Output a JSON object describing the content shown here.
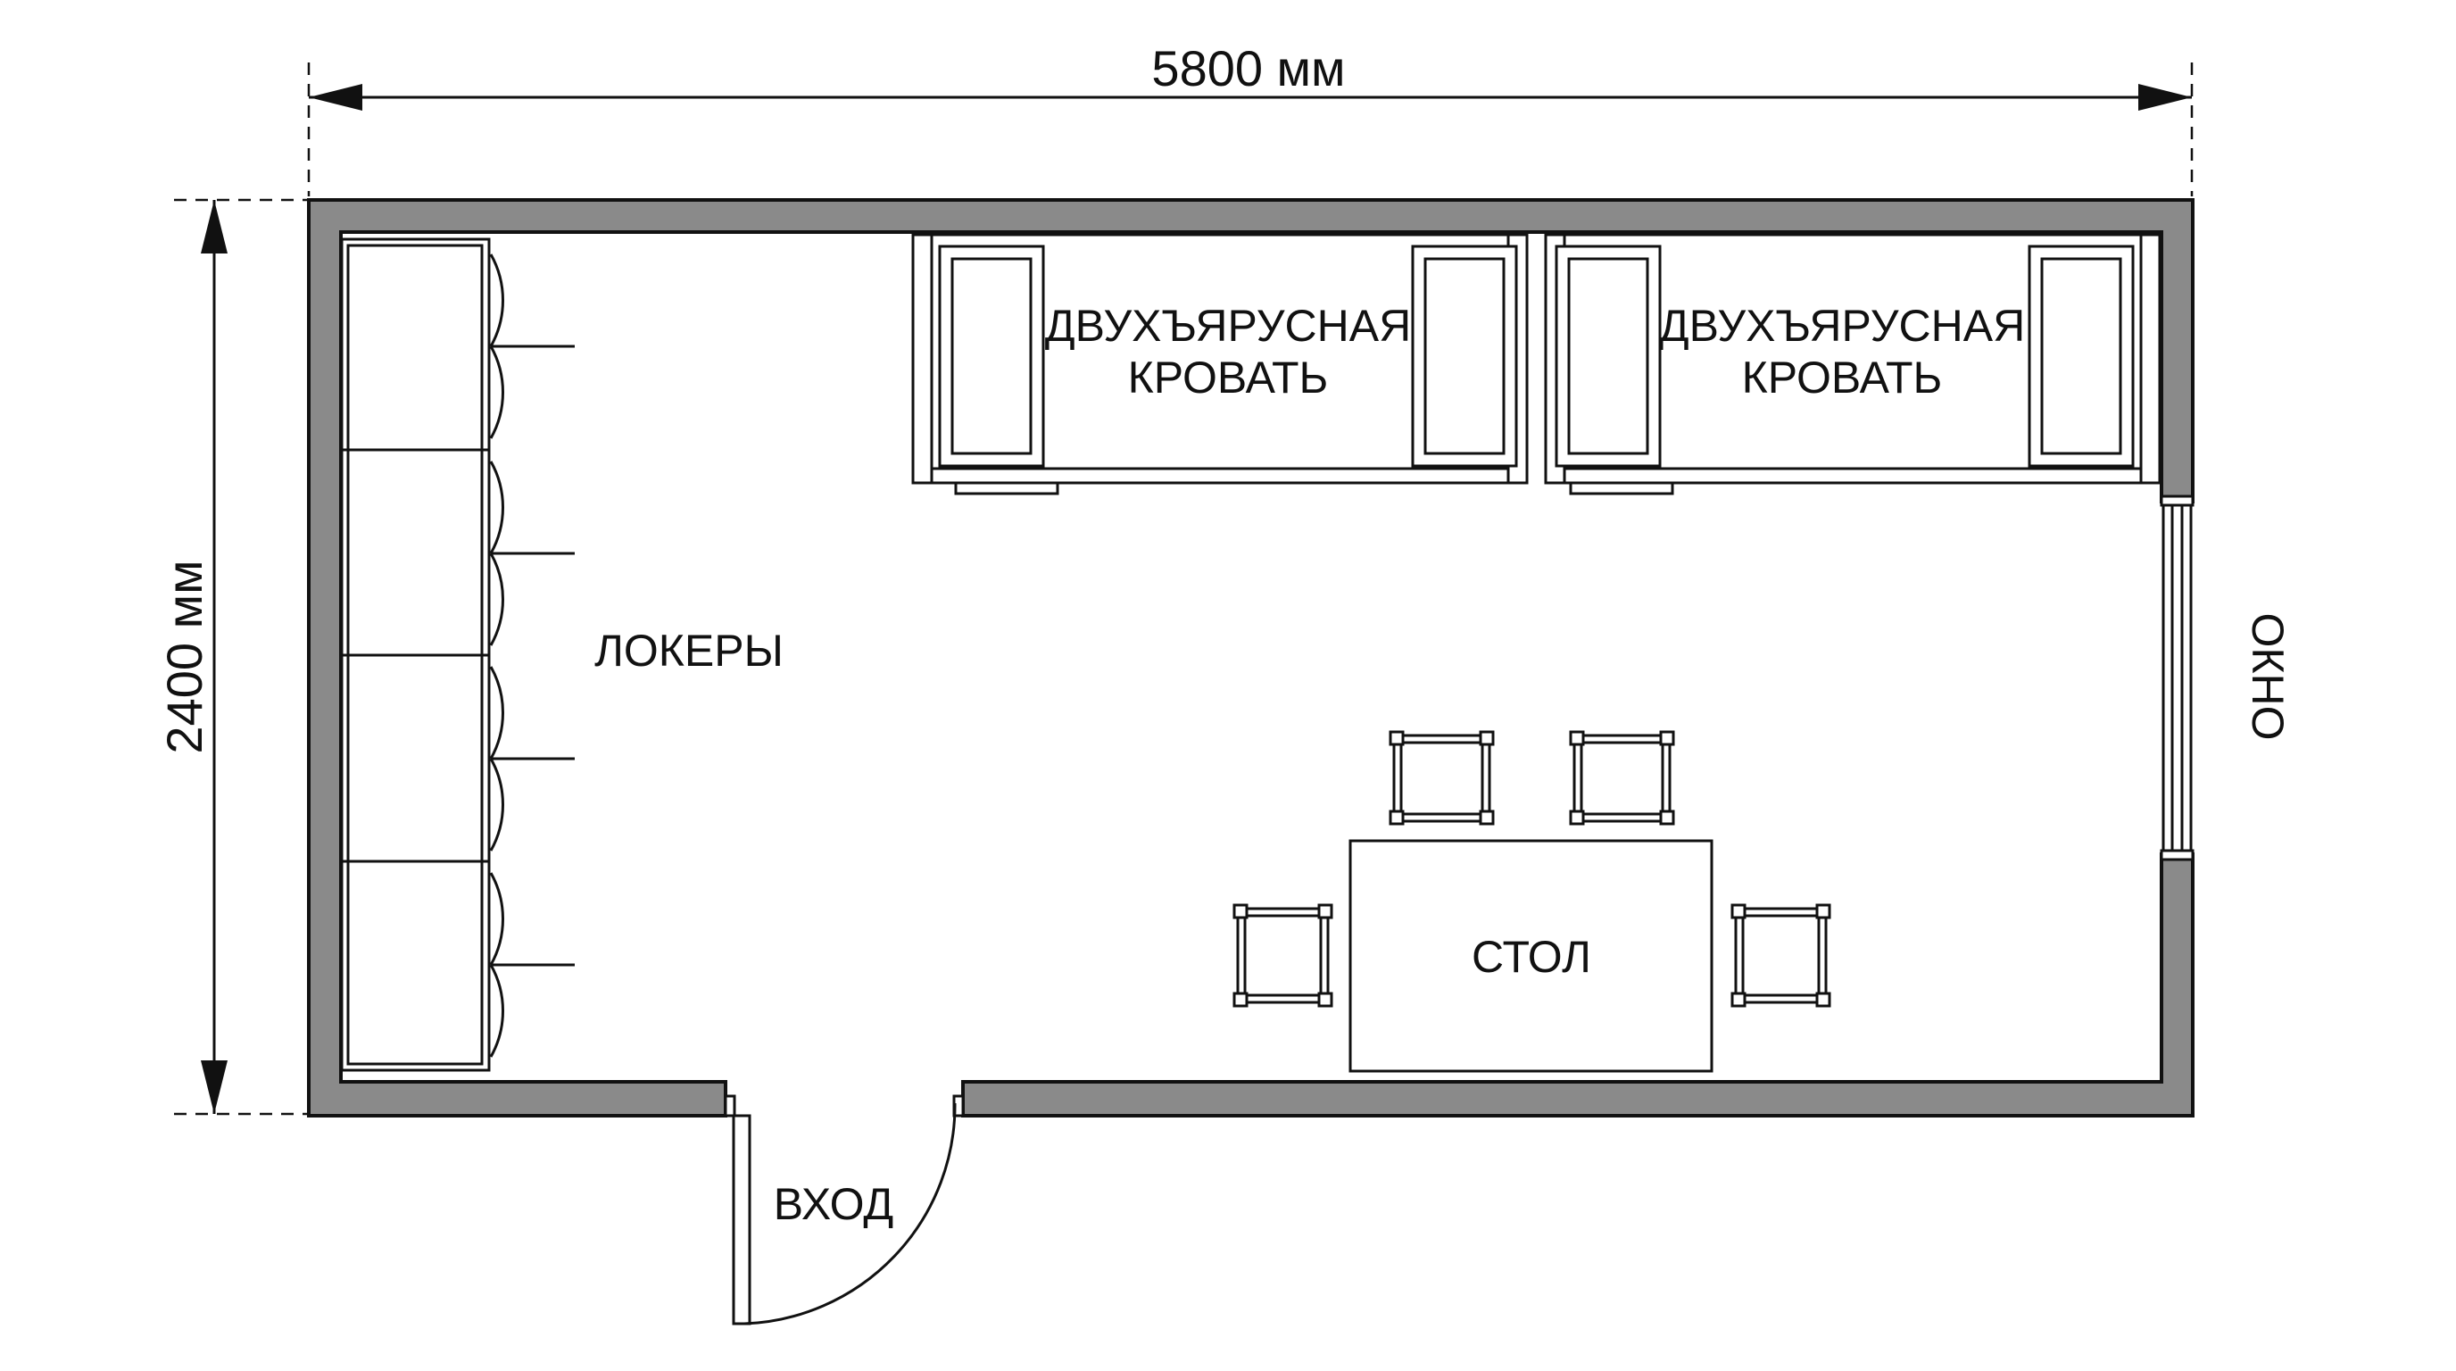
{
  "title": "Floor plan",
  "dimensions": {
    "width_label": "5800 мм",
    "height_label": "2400 мм"
  },
  "labels": {
    "lockers": "ЛОКЕРЫ",
    "bed_1": "ДВУХЪЯРУСНАЯ\nКРОВАТЬ",
    "bed_1_line1": "ДВУХЪЯРУСНАЯ",
    "bed_1_line2": "КРОВАТЬ",
    "bed_2_line1": "ДВУХЪЯРУСНАЯ",
    "bed_2_line2": "КРОВАТЬ",
    "table": "СТОЛ",
    "window": "ОКНО",
    "entrance": "ВХОД"
  },
  "colors": {
    "wall": "#8a8a8a",
    "line": "#111111"
  }
}
